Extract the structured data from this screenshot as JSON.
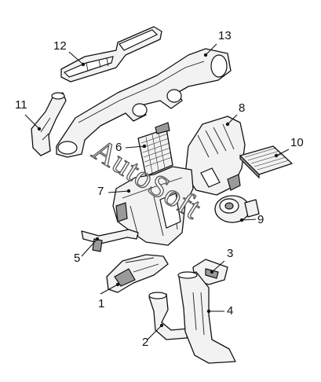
{
  "watermark": "AutoSoft",
  "parts": [
    {
      "number": "1",
      "icon": "floor-duct-icon"
    },
    {
      "number": "2",
      "icon": "rear-duct-left-icon"
    },
    {
      "number": "3",
      "icon": "duct-adapter-icon"
    },
    {
      "number": "4",
      "icon": "rear-duct-right-icon"
    },
    {
      "number": "5",
      "icon": "bracket-icon"
    },
    {
      "number": "6",
      "icon": "heater-core-icon"
    },
    {
      "number": "7",
      "icon": "heater-housing-icon"
    },
    {
      "number": "8",
      "icon": "blower-housing-icon"
    },
    {
      "number": "9",
      "icon": "blower-motor-icon"
    },
    {
      "number": "10",
      "icon": "air-filter-icon"
    },
    {
      "number": "11",
      "icon": "side-vent-duct-icon"
    },
    {
      "number": "12",
      "icon": "defroster-nozzle-icon"
    },
    {
      "number": "13",
      "icon": "dashboard-duct-icon"
    }
  ]
}
